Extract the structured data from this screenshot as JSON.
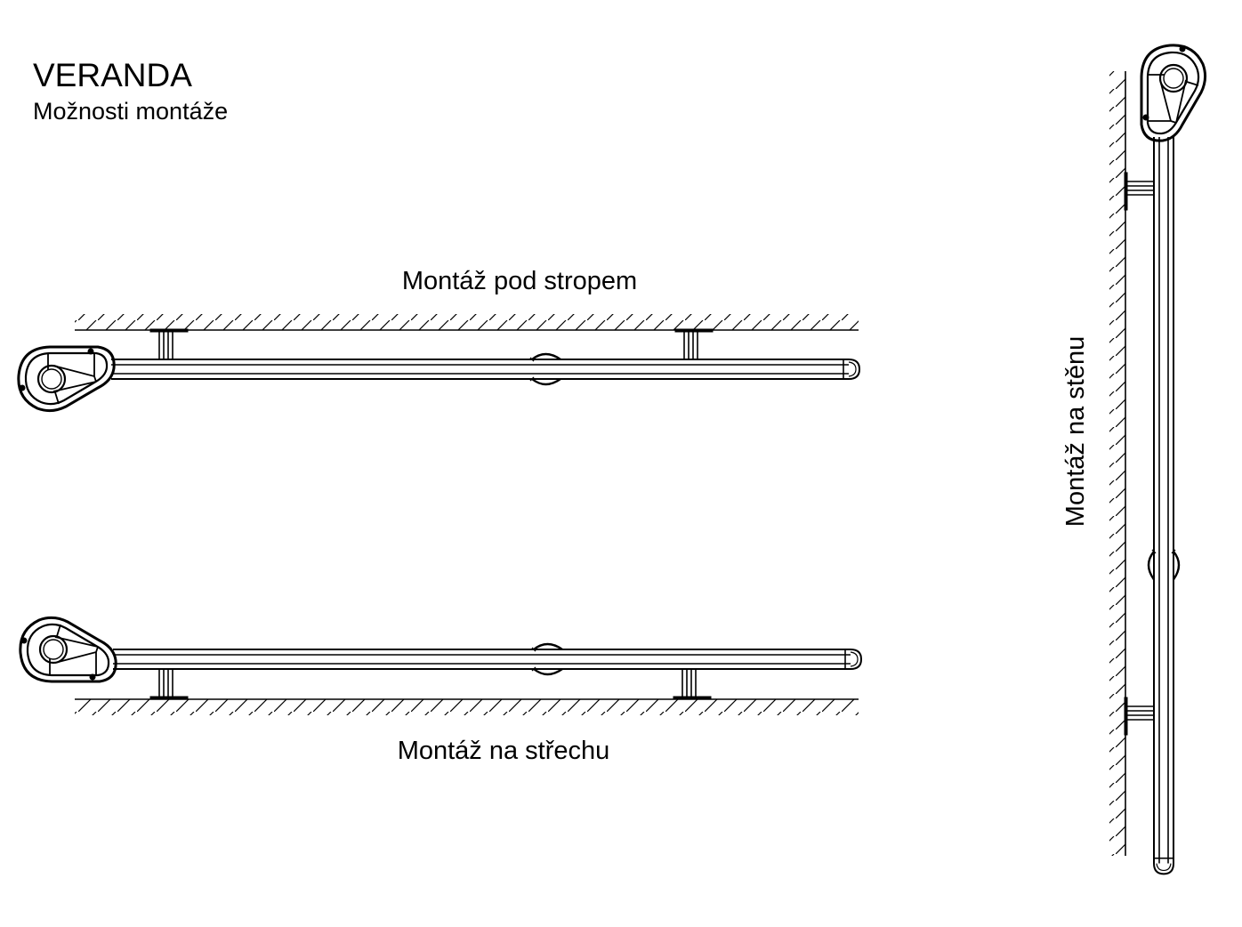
{
  "header": {
    "title": "VERANDA",
    "subtitle": "Možnosti montáže"
  },
  "labels": {
    "ceiling": "Montáž pod stropem",
    "roof": "Montáž na střechu",
    "wall": "Montáž na stěnu"
  },
  "colors": {
    "line": "#000000",
    "background": "#ffffff"
  }
}
